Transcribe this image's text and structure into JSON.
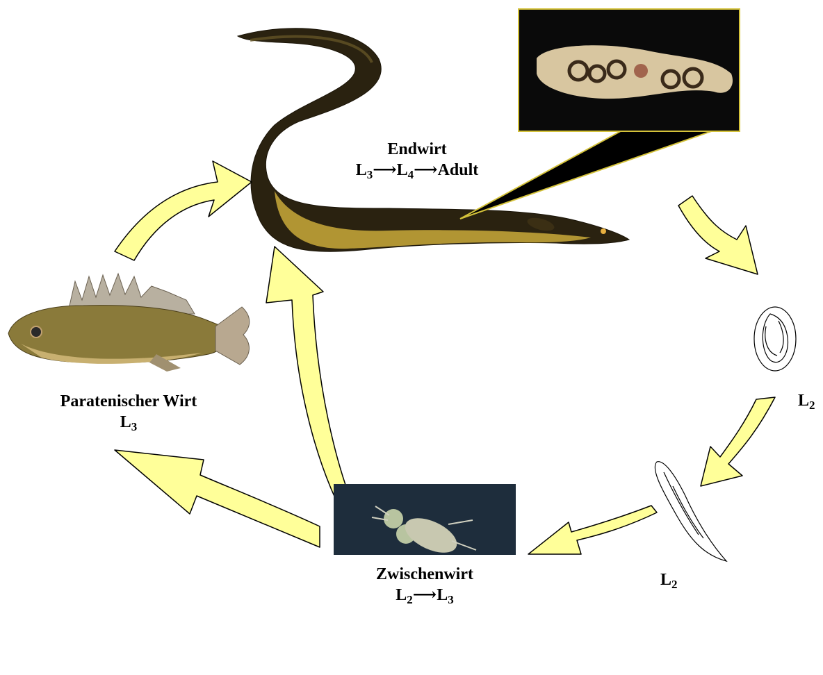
{
  "definitive_host": {
    "title": "Endwirt",
    "stages": [
      "L",
      "3",
      "L",
      "4",
      "Adult"
    ]
  },
  "paratenic_host": {
    "title": "Paratenischer Wirt",
    "stage_letter": "L",
    "stage_index": "3"
  },
  "intermediate_host": {
    "title": "Zwischenwirt",
    "stages": [
      "L",
      "2",
      "L",
      "3"
    ]
  },
  "egg_stage": {
    "letter": "L",
    "index": "2"
  },
  "larva_stage": {
    "letter": "L",
    "index": "2"
  },
  "colors": {
    "arrow_fill": "#ffff99",
    "arrow_stroke": "#000000",
    "eel_dark": "#2a2210",
    "eel_belly": "#c9a93a",
    "photo_frame": "#d4c23a",
    "photo_bg": "#0a0a0a"
  }
}
